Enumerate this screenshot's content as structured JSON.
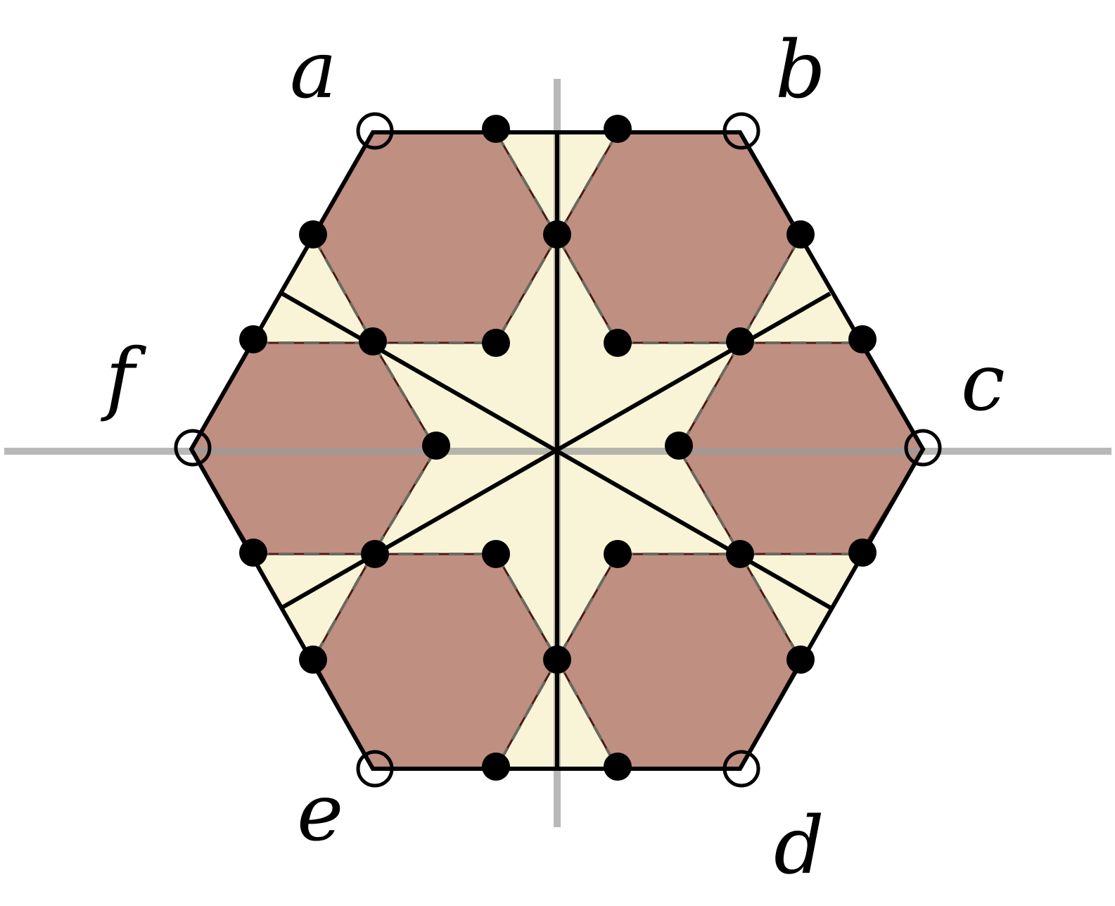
{
  "diagram": {
    "vertex_labels": {
      "a": "a",
      "b": "b",
      "c": "c",
      "d": "d",
      "e": "e",
      "f": "f"
    },
    "colors": {
      "background": "#ffffff",
      "inner_fill": "#f9f4d7",
      "region_fill": "#bf8f82",
      "region_edge": "#4a1a14",
      "axis": "#9a9a9a",
      "outline": "#000000",
      "dashed": "#6a6a5e",
      "dot": "#000000"
    }
  }
}
